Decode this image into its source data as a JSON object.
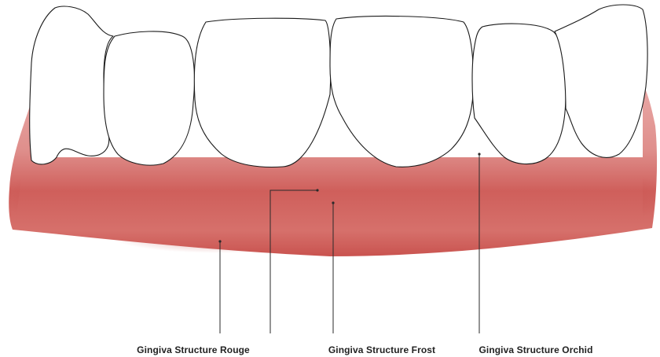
{
  "diagram": {
    "subject": "gingiva-and-teeth-illustration",
    "colors": {
      "gingiva_base": "#d9756f",
      "gingiva_dark": "#c5504c",
      "gingiva_light": "#e9a8a6",
      "frenulum_highlight": "#f4ddd6",
      "tooth_fill": "#ffffff",
      "tooth_outline": "#1a1a1a",
      "leader_line": "#2a2a2a"
    },
    "callouts": [
      {
        "id": "rouge",
        "label": "Gingiva Structure Rouge"
      },
      {
        "id": "frost",
        "label": "Gingiva Structure Frost"
      },
      {
        "id": "orchid",
        "label": "Gingiva Structure Orchid"
      }
    ]
  }
}
